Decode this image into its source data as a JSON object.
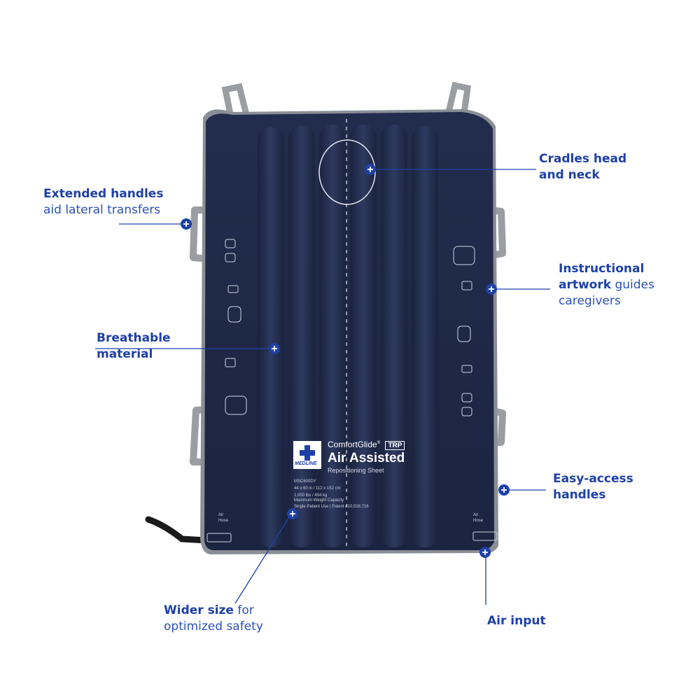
{
  "callouts": {
    "extended_handles": {
      "bold": "Extended handles",
      "rest": "aid lateral transfers"
    },
    "breathable": {
      "bold_line1": "Breathable",
      "bold_line2": "material"
    },
    "cradles": {
      "bold_line1": "Cradles head",
      "bold_line2": "and neck"
    },
    "instructional": {
      "bold": "Instructional",
      "bold2": "artwork",
      "rest_inline": " guides",
      "rest_line3": "caregivers"
    },
    "easy_access": {
      "bold_line1": "Easy-access",
      "bold_line2": "handles"
    },
    "wider_size": {
      "bold": "Wider size",
      "rest_inline": " for",
      "rest_line2": "optimized safety"
    },
    "air_input": {
      "bold": "Air input"
    }
  },
  "product": {
    "brand_line": "ComfortGlide",
    "badge": "TRP",
    "name": "Air Assisted",
    "subtitle": "Repositioning Sheet",
    "logo_text": "MEDLINE",
    "sku": "MSC600DY",
    "dims": "44 x 60 in / 112 x 152 cm",
    "capacity": "1,000 lbs / 454 kg",
    "capacity_label": "Maximum Weight Capacity",
    "use": "Single Patient Use | Patent #10,028,716",
    "corner_left": "Air Hose",
    "corner_right": "Air Hose"
  },
  "colors": {
    "accent": "#1e40a8",
    "mattress": "#1f2a48",
    "handle": "#9a9da2"
  },
  "icons": {
    "marker": "plus-circle-icon"
  }
}
